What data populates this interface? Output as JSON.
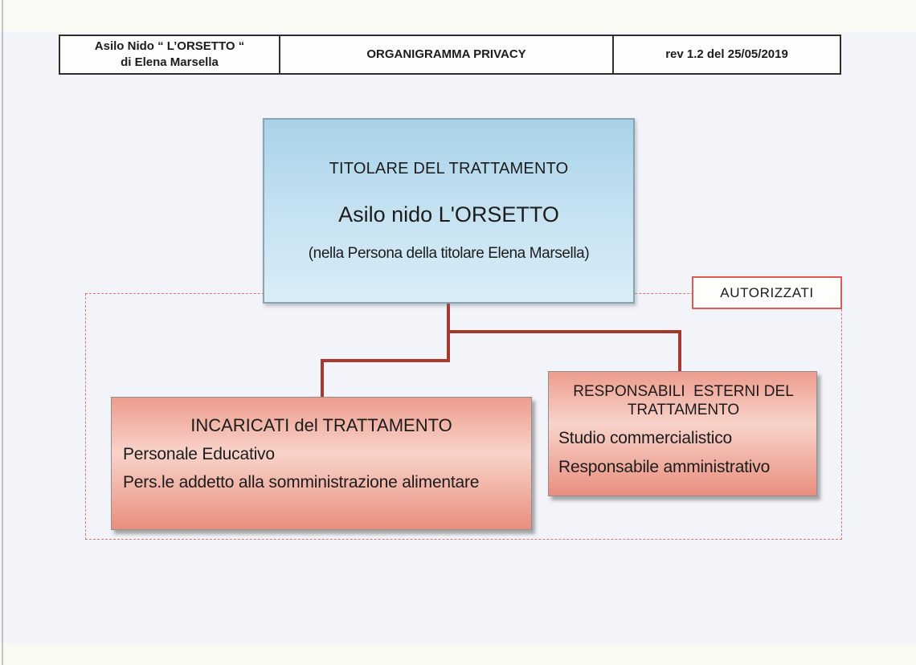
{
  "document": {
    "header": {
      "org_line1": "Asilo Nido “ L’ORSETTO “",
      "org_line2": "di Elena Marsella",
      "title": "ORGANIGRAMMA PRIVACY",
      "revision": "rev 1.2 del 25/05/2019"
    },
    "diagram": {
      "titolare": {
        "role": "TITOLARE DEL TRATTAMENTO",
        "name": "Asilo nido L'ORSETTO",
        "note": "(nella Persona della titolare Elena Marsella)"
      },
      "autorizzati_label": "AUTORIZZATI",
      "incaricati": {
        "title": "INCARICATI del TRATTAMENTO",
        "items": [
          "Personale Educativo",
          "Pers.le addetto alla somministrazione alimentare"
        ]
      },
      "responsabili_esterni": {
        "title": "RESPONSABILI  ESTERNI DEL TRATTAMENTO",
        "items": [
          "Studio commercialistico",
          "Responsabile amministrativo"
        ]
      }
    },
    "colors": {
      "titolare_fill_top": "#a8d2e9",
      "titolare_fill_bottom": "#d9edf7",
      "role_box_fill_top": "#ed9c8d",
      "role_box_fill_mid": "#f8d3ca",
      "role_box_fill_bottom": "#e98e7e",
      "connector_red": "#a6392e",
      "dashed_border_red": "#e0756c",
      "autorizzati_border_red": "#dc5a51",
      "paper": "#f2f4f9"
    }
  }
}
